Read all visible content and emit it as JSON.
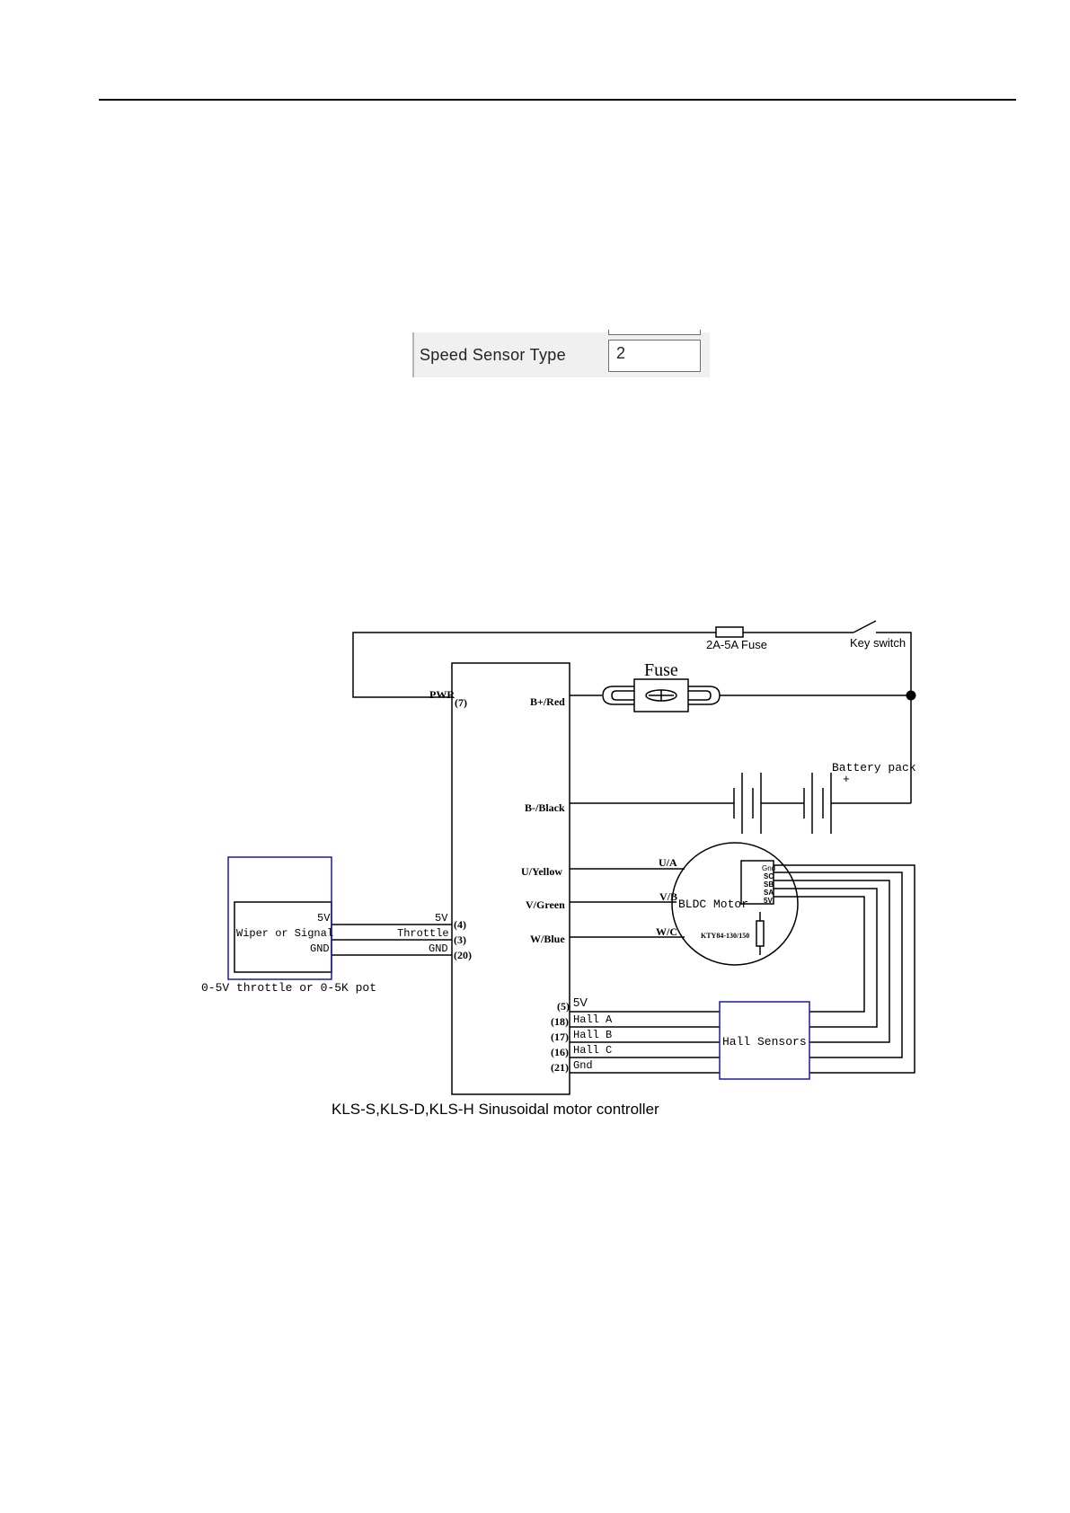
{
  "settings_snippet": {
    "label": "Speed Sensor Type",
    "value": "2"
  },
  "diagram": {
    "caption": "KLS-S,KLS-D,KLS-H Sinusoidal motor controller",
    "labels": {
      "small_fuse": "2A-5A Fuse",
      "key_switch": "Key switch",
      "main_fuse": "Fuse",
      "battery_pack": "Battery pack",
      "battery_plus": "+",
      "pwr": "PWR",
      "pwr_pin": "(7)",
      "b_plus": "B+/Red",
      "b_minus": "B-/Black",
      "u_phase": "U/Yellow",
      "v_phase": "V/Green",
      "w_phase": "W/Blue",
      "motor_u": "U/A",
      "motor_v": "V/B",
      "motor_w": "W/C",
      "motor_name": "BLDC Motor",
      "thermistor": "KTY84-130/150",
      "motor_pins": [
        "Gnd",
        "SC",
        "SB",
        "SA",
        "5V"
      ],
      "throttle_5v": "5V",
      "throttle_5v_pin": "(4)",
      "throttle_sig": "Throttle",
      "throttle_sig_pin": "(3)",
      "throttle_gnd": "GND",
      "throttle_gnd_pin": "(20)",
      "pot_5v": "5V",
      "pot_wiper": "Wiper or Signal",
      "pot_gnd": "GND",
      "pot_caption": "0-5V throttle or 0-5K pot",
      "hall_box": "Hall Sensors",
      "hall_5v": "5V",
      "hall_5v_pin": "(5)",
      "hall_a": "Hall A",
      "hall_a_pin": "(18)",
      "hall_b": "Hall B",
      "hall_b_pin": "(17)",
      "hall_c": "Hall C",
      "hall_c_pin": "(16)",
      "hall_gnd": "Gnd",
      "hall_gnd_pin": "(21)"
    },
    "colors": {
      "line": "#000000",
      "box_border": "#1a1aa6"
    }
  }
}
